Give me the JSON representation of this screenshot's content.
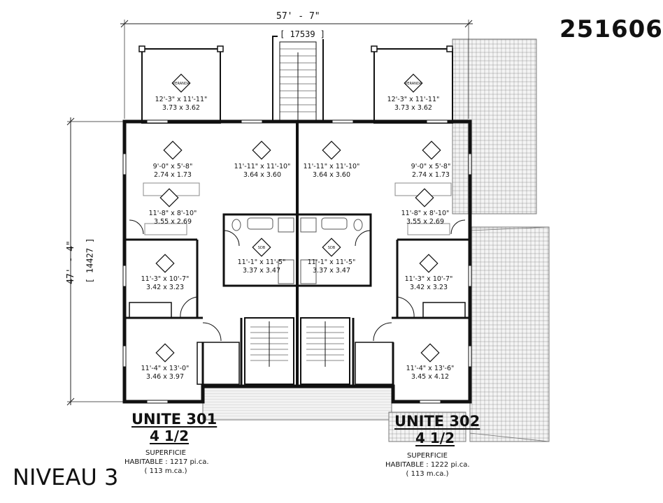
{
  "plan_number": "251606",
  "level_title": "NIVEAU 3",
  "overall_width_imperial": "57' - 7\"",
  "overall_width_metric": "[ 17539 ]",
  "overall_height_imperial": "47' - 4\"",
  "overall_height_metric": "[ 14427 ]",
  "veranda_icon_label": "VERANDA",
  "bath_icon_label": "SDB",
  "units": [
    {
      "name": "UNITE 301",
      "type": "4 1/2",
      "area_line1": "SUPERFICIE",
      "area_line2": "HABITABLE : 1217 pi.ca.",
      "area_line3": "( 113 m.ca.)"
    },
    {
      "name": "UNITE 302",
      "type": "4 1/2",
      "area_line1": "SUPERFICIE",
      "area_line2": "HABITABLE : 1222 pi.ca.",
      "area_line3": "( 113 m.ca.)"
    }
  ],
  "rooms": [
    {
      "id": "veranda-301",
      "icon": "veranda",
      "imperial": "12'-3\" x 11'-11\"",
      "metric": "3.73 x 3.62"
    },
    {
      "id": "veranda-302",
      "icon": "veranda",
      "imperial": "12'-3\" x 11'-11\"",
      "metric": "3.73 x 3.62"
    },
    {
      "id": "dining-301",
      "icon": "dining",
      "imperial": "9'-0\" x 5'-8\"",
      "metric": "2.74 x 1.73"
    },
    {
      "id": "living-301",
      "icon": "living",
      "imperial": "11'-11\" x 11'-10\"",
      "metric": "3.64 x 3.60"
    },
    {
      "id": "living-302",
      "icon": "living",
      "imperial": "11'-11\" x 11'-10\"",
      "metric": "3.64 x 3.60"
    },
    {
      "id": "dining-302",
      "icon": "dining",
      "imperial": "9'-0\" x 5'-8\"",
      "metric": "2.74 x 1.73"
    },
    {
      "id": "kitchen-301",
      "icon": "kitchen",
      "imperial": "11'-8\" x 8'-10\"",
      "metric": "3.55 x 2.69"
    },
    {
      "id": "kitchen-302",
      "icon": "kitchen",
      "imperial": "11'-8\" x 8'-10\"",
      "metric": "3.55 x 2.69"
    },
    {
      "id": "bath-301",
      "icon": "bath",
      "imperial": "11'-1\" x 11'-5\"",
      "metric": "3.37 x 3.47"
    },
    {
      "id": "bath-302",
      "icon": "bath",
      "imperial": "11'-1\" x 11'-5\"",
      "metric": "3.37 x 3.47"
    },
    {
      "id": "bedroom1-301",
      "icon": "bedroom",
      "imperial": "11'-3\" x 10'-7\"",
      "metric": "3.42 x 3.23"
    },
    {
      "id": "bedroom1-302",
      "icon": "bedroom",
      "imperial": "11'-3\" x 10'-7\"",
      "metric": "3.42 x 3.23"
    },
    {
      "id": "bedroom2-301",
      "icon": "bedroom",
      "imperial": "11'-4\" x 13'-0\"",
      "metric": "3.46 x 3.97"
    },
    {
      "id": "bedroom2-302",
      "icon": "bedroom",
      "imperial": "11'-4\" x 13'-6\"",
      "metric": "3.45 x 4.12"
    }
  ]
}
